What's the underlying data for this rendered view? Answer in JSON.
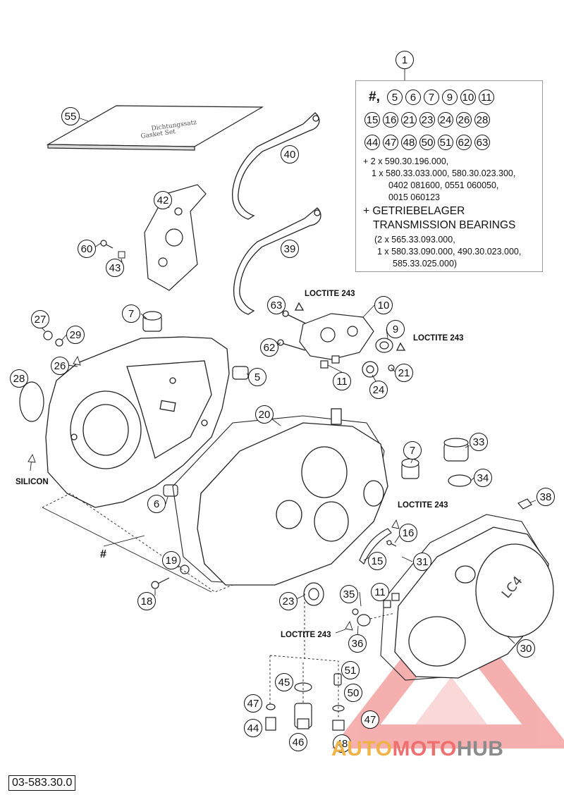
{
  "infobox": {
    "callout": "1",
    "hash": "#,",
    "row1": [
      "5",
      "6",
      "7",
      "9",
      "10",
      "11"
    ],
    "row2": [
      "15",
      "16",
      "21",
      "23",
      "24",
      "26",
      "28"
    ],
    "row3": [
      "44",
      "47",
      "48",
      "50",
      "51",
      "62",
      "63"
    ],
    "line1": "+ 2 x 590.30.196.000,",
    "line2": "1 x 580.33.033.000, 580.30.023.300,",
    "line3": "0402 081600, 0551 060050,",
    "line4": "0015 060123",
    "line5": "+ GETRIEBELAGER",
    "line6": "TRANSMISSION BEARINGS",
    "line7": "(2 x 565.33.093.000,",
    "line8": "1 x 580.33.090.000, 490.30.023.000,",
    "line9": "585.33.025.000)"
  },
  "callouts": {
    "c55": "55",
    "c40": "40",
    "c42": "42",
    "c39": "39",
    "c60": "60",
    "c43": "43",
    "c7a": "7",
    "c27": "27",
    "c29": "29",
    "c26": "26",
    "c28": "28",
    "c5": "5",
    "c63": "63",
    "c10": "10",
    "c9": "9",
    "c62": "62",
    "c21": "21",
    "c11a": "11",
    "c24": "24",
    "c20": "20",
    "c7b": "7",
    "c33": "33",
    "c34": "34",
    "c38": "38",
    "c6": "6",
    "c16": "16",
    "c15": "15",
    "c31": "31",
    "c19": "19",
    "c18": "18",
    "c23": "23",
    "c35": "35",
    "c11b": "11",
    "c36": "36",
    "c30": "30",
    "c51": "51",
    "c45": "45",
    "c50": "50",
    "c47a": "47",
    "c47b": "47",
    "c44": "44",
    "c46": "46",
    "c48": "48"
  },
  "notes": {
    "loctite1": "LOCTITE 243",
    "loctite2": "LOCTITE 243",
    "loctite3": "LOCTITE 243",
    "loctite4": "LOCTITE 243",
    "silicon": "SILICON",
    "hash": "#"
  },
  "doc_number": "03-583.30.0",
  "watermark": {
    "part1": "AUTO",
    "part2": "MOTO",
    "part3": "HUB"
  },
  "colors": {
    "wm_orange": "#f0b347",
    "wm_red": "#ee6f6f",
    "wm_gray": "#8b8b8b",
    "line": "#222222"
  }
}
